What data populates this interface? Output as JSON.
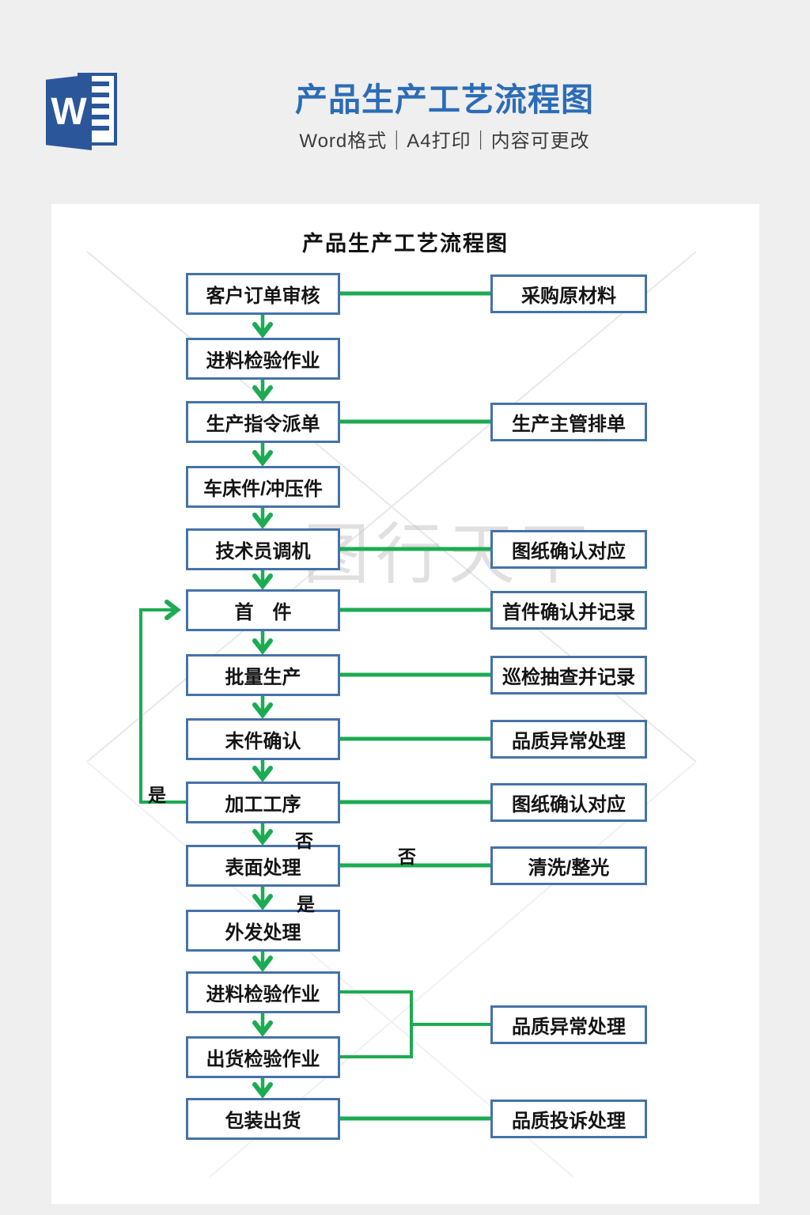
{
  "header": {
    "icon_letter": "W",
    "title": "产品生产工艺流程图",
    "subtitle": "Word格式｜A4打印｜内容可更改"
  },
  "colors": {
    "header_title_blue": "#2c6cb6",
    "word_icon_blue": "#2b579a",
    "box_border_blue": "#4573a7",
    "connector_green": "#1cab52",
    "page_background": "#efeff0"
  },
  "chart": {
    "title": "产品生产工艺流程图",
    "watermark": "图行天下",
    "left_nodes": [
      {
        "label": "客户订单审核"
      },
      {
        "label": "进料检验作业"
      },
      {
        "label": "生产指令派单"
      },
      {
        "label": "车床件/冲压件"
      },
      {
        "label": "技术员调机"
      },
      {
        "label": "首　件"
      },
      {
        "label": "批量生产"
      },
      {
        "label": "末件确认"
      },
      {
        "label": "加工工序"
      },
      {
        "label": "表面处理"
      },
      {
        "label": "外发处理"
      },
      {
        "label": "进料检验作业"
      },
      {
        "label": "出货检验作业"
      },
      {
        "label": "包装出货"
      }
    ],
    "right_nodes": [
      {
        "label": "采购原材料"
      },
      {
        "label": "生产主管排单"
      },
      {
        "label": "图纸确认对应"
      },
      {
        "label": "首件确认并记录"
      },
      {
        "label": "巡检抽查并记录"
      },
      {
        "label": "品质异常处理"
      },
      {
        "label": "图纸确认对应"
      },
      {
        "label": "清洗/整光"
      },
      {
        "label": "品质异常处理"
      },
      {
        "label": "品质投诉处理"
      }
    ],
    "labels": {
      "loop_yes": "是",
      "process_no": "否",
      "surface_no": "否",
      "surface_yes": "是"
    }
  }
}
